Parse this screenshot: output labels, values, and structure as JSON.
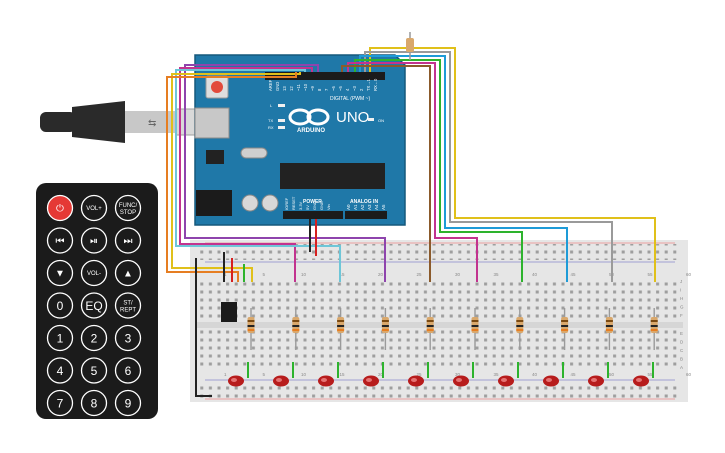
{
  "arduino": {
    "brand": "ARDUINO",
    "model": "UNO",
    "digital_header": "DIGITAL (PWM ~)",
    "power_header": "POWER",
    "analog_header": "ANALOG IN",
    "on_label": "ON",
    "led_labels": [
      "L",
      "TX",
      "RX"
    ],
    "digital_pins": [
      "AREF",
      "GND",
      "13",
      "12",
      "~11",
      "~10",
      "~9",
      "8",
      "7",
      "~6",
      "~5",
      "4",
      "~3",
      "2",
      "TX→1",
      "RX←0"
    ],
    "power_pins": [
      "IOREF",
      "RESET",
      "3.3V",
      "5V",
      "GND",
      "GND",
      "Vin"
    ],
    "analog_pins": [
      "A0",
      "A1",
      "A2",
      "A3",
      "A4",
      "A5"
    ]
  },
  "remote": {
    "buttons": [
      {
        "label": "⏻",
        "icon": "power-icon"
      },
      {
        "label": "VOL+"
      },
      {
        "label": "FUNC/\nSTOP"
      },
      {
        "label": "⏮",
        "icon": "prev-icon"
      },
      {
        "label": "⏯",
        "icon": "play-pause-icon"
      },
      {
        "label": "⏭",
        "icon": "next-icon"
      },
      {
        "label": "▼",
        "icon": "down-icon"
      },
      {
        "label": "VOL-"
      },
      {
        "label": "▲",
        "icon": "up-icon"
      },
      {
        "label": "0"
      },
      {
        "label": "EQ"
      },
      {
        "label": "ST/\nREPT"
      },
      {
        "label": "1"
      },
      {
        "label": "2"
      },
      {
        "label": "3"
      },
      {
        "label": "4"
      },
      {
        "label": "5"
      },
      {
        "label": "6"
      },
      {
        "label": "7"
      },
      {
        "label": "8"
      },
      {
        "label": "9"
      }
    ]
  },
  "breadboard": {
    "column_numbers": [
      "1",
      "5",
      "10",
      "15",
      "20",
      "25",
      "30",
      "35",
      "40",
      "45",
      "50",
      "55",
      "60"
    ],
    "row_letters_top": [
      "J",
      "I",
      "H",
      "G",
      "F"
    ],
    "row_letters_bottom": [
      "E",
      "D",
      "C",
      "B",
      "A"
    ],
    "led_count": 10,
    "resistor_count": 10
  },
  "wire_colors": [
    "#e0c01a",
    "#8e44ad",
    "#c2338f",
    "#1e9bd7",
    "#2db32d",
    "#8b5a2b",
    "#9a9a9a",
    "#6ec6d8",
    "#e67e22",
    "#d62020",
    "#222222"
  ]
}
